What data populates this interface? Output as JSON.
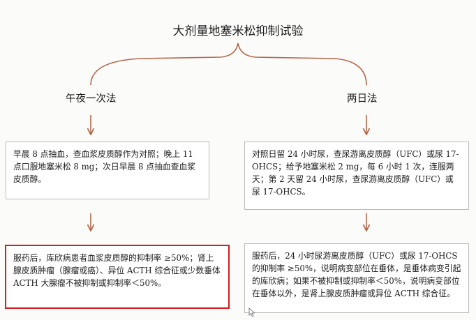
{
  "title": "大剂量地塞米松抑制试验",
  "left": {
    "heading": "午夜一次法",
    "step1": "早晨 8 点抽血，查血浆皮质醇作为对照；晚上 11 点口服地塞米松 8 mg；次日早晨 8 点抽血查血浆皮质醇。",
    "step2": "服药后，库欣病患者血浆皮质醇的抑制率 ≥50%；肾上腺皮质肿瘤（腺瘤或癌）、异位 ACTH 综合征或少数垂体 ACTH 大腺瘤不被抑制或抑制率＜50%。"
  },
  "right": {
    "heading": "两日法",
    "step1": "对照日留 24 小时尿，查尿游离皮质醇（UFC）或尿 17-OHCS；给予地塞米松 2 mg，每 6 小时 1 次，连服两天；第 2 天留 24 小时尿，查尿游离皮质醇（UFC）或尿 17-OHCS。",
    "step2": "服药后，24 小时尿游离皮质醇（UFC）或尿 17-OHCS 的抑制率 ≥50%，说明病变部位在垂体，是垂体病变引起的库欣病；如果不被抑制或抑制率＜50%，说明病变部位在垂体以外，是肾上腺皮质肿瘤或异位 ACTH 综合征。"
  },
  "colors": {
    "arrow": "#b5684a",
    "highlight_border": "#d01d1d"
  }
}
